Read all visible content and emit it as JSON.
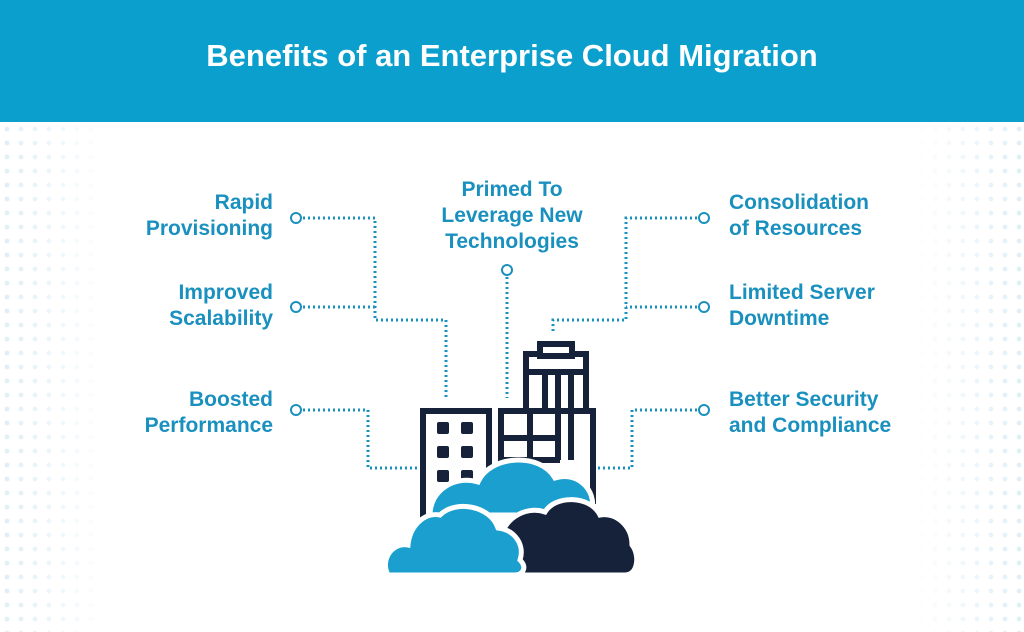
{
  "title": "Benefits of an Enterprise Cloud Migration",
  "benefits": {
    "rapid_provisioning": [
      "Rapid",
      "Provisioning"
    ],
    "improved_scalability": [
      "Improved",
      "Scalability"
    ],
    "boosted_performance": [
      "Boosted",
      "Performance"
    ],
    "primed": [
      "Primed To",
      "Leverage New",
      "Technologies"
    ],
    "consolidation": [
      "Consolidation",
      "of Resources"
    ],
    "limited_downtime": [
      "Limited Server",
      "Downtime"
    ],
    "better_security": [
      "Better Security",
      "and Compliance"
    ]
  },
  "colors": {
    "header": "#0a9fcc",
    "text": "#1a90bf",
    "dark": "#16213a",
    "cloud": "#1a9fcf"
  }
}
